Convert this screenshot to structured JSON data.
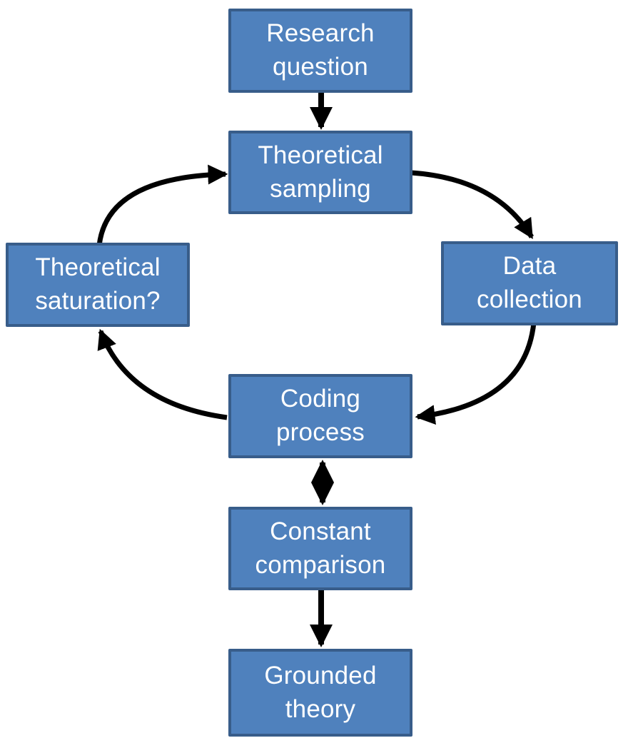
{
  "diagram": {
    "type": "flowchart",
    "subject": "Grounded theory research process cycle",
    "background_color": "#ffffff",
    "node_fill_color": "#4f81bd",
    "node_border_color": "#385d8a",
    "node_text_color": "#ffffff",
    "arrow_color": "#000000",
    "nodes": [
      {
        "id": "research-question",
        "label": "Research\nquestion"
      },
      {
        "id": "theoretical-sampling",
        "label": "Theoretical\nsampling"
      },
      {
        "id": "data-collection",
        "label": "Data\ncollection"
      },
      {
        "id": "theoretical-saturation",
        "label": "Theoretical\nsaturation?"
      },
      {
        "id": "coding-process",
        "label": "Coding\nprocess"
      },
      {
        "id": "constant-comparison",
        "label": "Constant\ncomparison"
      },
      {
        "id": "grounded-theory",
        "label": "Grounded\ntheory"
      }
    ],
    "edges": [
      {
        "from": "research-question",
        "to": "theoretical-sampling",
        "style": "straight",
        "direction": "one-way"
      },
      {
        "from": "theoretical-sampling",
        "to": "data-collection",
        "style": "curved",
        "direction": "one-way"
      },
      {
        "from": "data-collection",
        "to": "coding-process",
        "style": "curved",
        "direction": "one-way"
      },
      {
        "from": "coding-process",
        "to": "theoretical-saturation",
        "style": "curved",
        "direction": "one-way"
      },
      {
        "from": "theoretical-saturation",
        "to": "theoretical-sampling",
        "style": "curved",
        "direction": "one-way"
      },
      {
        "from": "coding-process",
        "to": "constant-comparison",
        "style": "straight",
        "direction": "two-way"
      },
      {
        "from": "constant-comparison",
        "to": "grounded-theory",
        "style": "straight",
        "direction": "one-way"
      }
    ]
  }
}
